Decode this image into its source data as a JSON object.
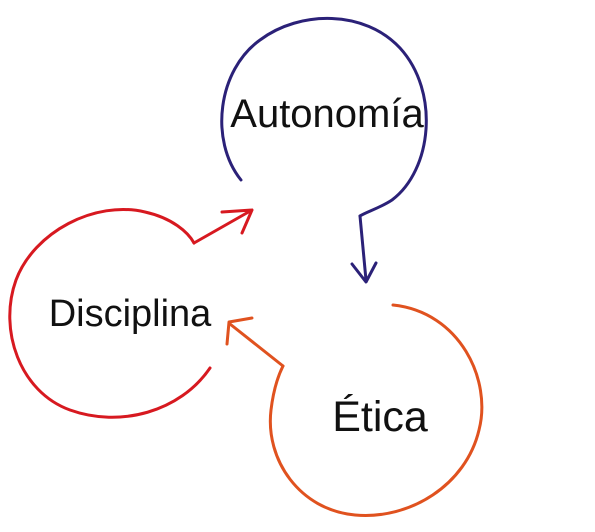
{
  "cycle": {
    "nodes": [
      {
        "id": "autonomia",
        "label": "Autonomía",
        "color": "#2b2178"
      },
      {
        "id": "etica",
        "label": "Ética",
        "color": "#e0521f"
      },
      {
        "id": "disciplina",
        "label": "Disciplina",
        "color": "#d71920"
      }
    ],
    "flow": [
      "autonomia",
      "etica",
      "disciplina",
      "autonomia"
    ]
  }
}
